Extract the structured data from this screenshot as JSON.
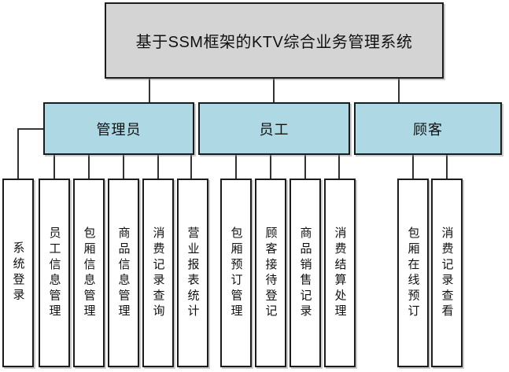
{
  "diagram": {
    "title": "基于SSM框架的KTV综合业务管理系统",
    "branches": [
      {
        "label": "管理员",
        "leaves": [
          "系统登录",
          "员工信息管理",
          "包厢信息管理",
          "商品信息管理",
          "消费记录查询",
          "营业报表统计"
        ]
      },
      {
        "label": "员工",
        "leaves": [
          "包厢预订管理",
          "顾客接待登记",
          "商品销售记录",
          "消费结算处理"
        ]
      },
      {
        "label": "顾客",
        "leaves": [
          "包厢在线预订",
          "消费记录查看"
        ]
      }
    ],
    "colors": {
      "root_fill": "#d4d4d4",
      "branch_fill": "#aed8e4",
      "leaf_fill": "#ffffff",
      "line": "#1c1c1c"
    }
  }
}
